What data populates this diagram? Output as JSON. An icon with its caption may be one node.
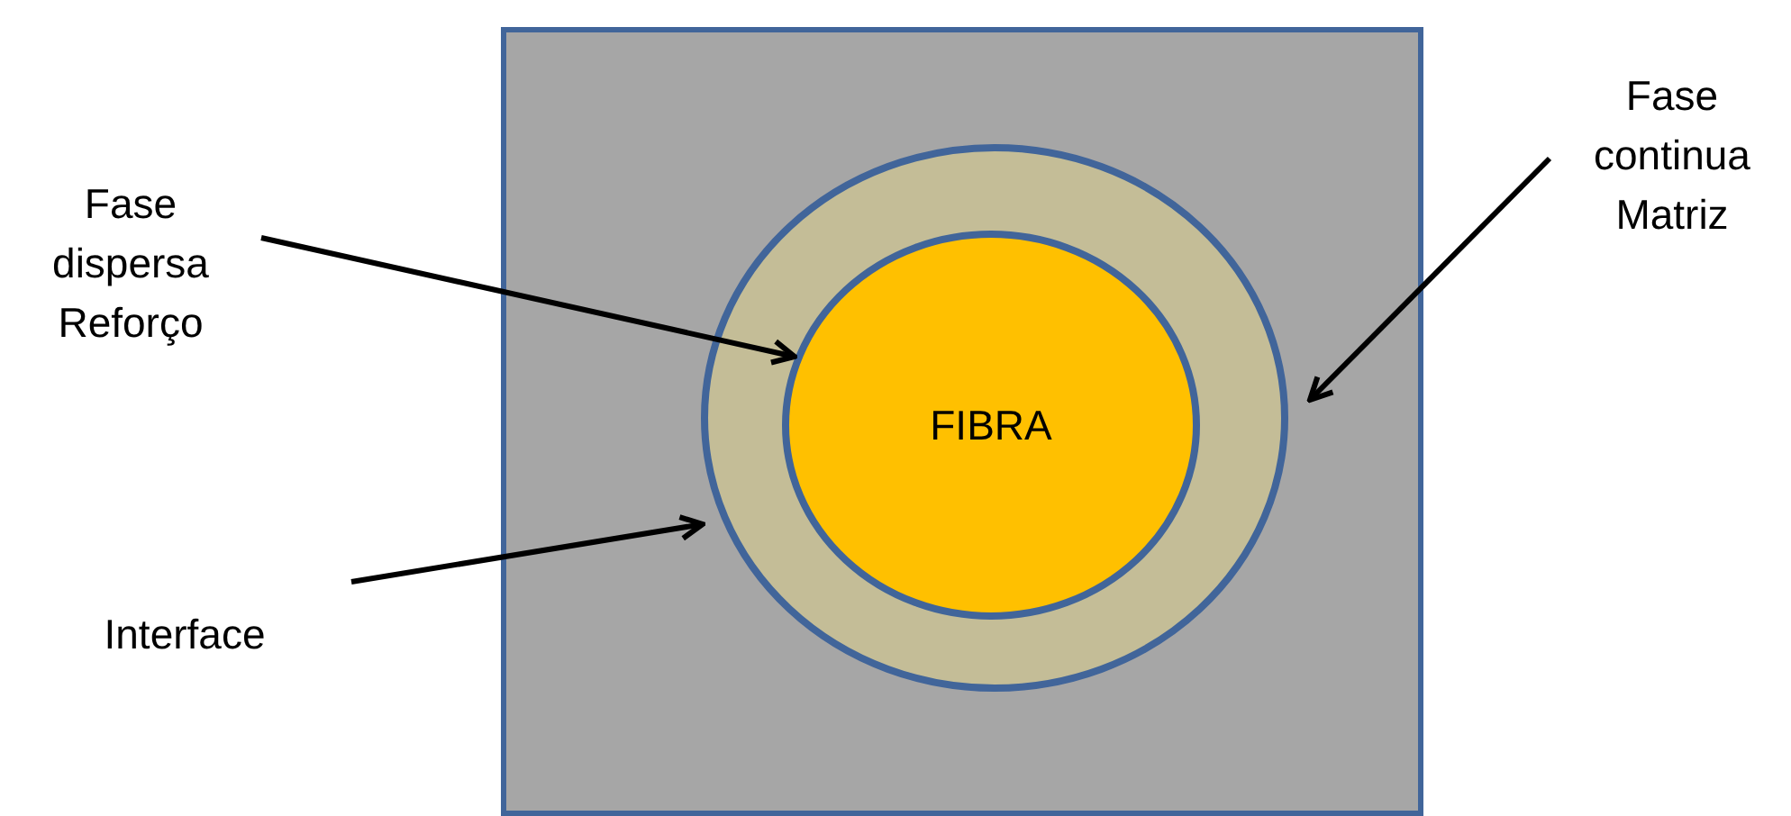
{
  "diagram": {
    "nodes": [
      {
        "text": [],
        "shape": "box"
      },
      {
        "text": [],
        "shape": "circle",
        "in": 0
      },
      {
        "text": [
          "FIBRA"
        ],
        "in": 1
      },
      {
        "text": [
          "Fase dispersa Reforço"
        ]
      },
      {
        "text": [
          "Fase continua Matriz"
        ]
      },
      {
        "text": [
          "Interface"
        ]
      }
    ],
    "edges": [
      {
        "from": 3,
        "to": 2,
        "arrow": "to"
      },
      {
        "from": 4,
        "to": 0,
        "arrow": "to"
      },
      {
        "from": 5,
        "to": 1,
        "arrow": "to"
      }
    ]
  }
}
